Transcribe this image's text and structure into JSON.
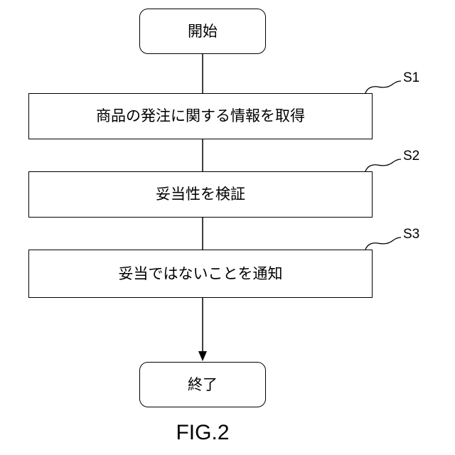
{
  "flowchart": {
    "start": {
      "label": "開始"
    },
    "steps": [
      {
        "id": "S1",
        "label": "商品の発注に関する情報を取得"
      },
      {
        "id": "S2",
        "label": "妥当性を検証"
      },
      {
        "id": "S3",
        "label": "妥当ではないことを通知"
      }
    ],
    "end": {
      "label": "終了"
    }
  },
  "caption": "FIG.2"
}
